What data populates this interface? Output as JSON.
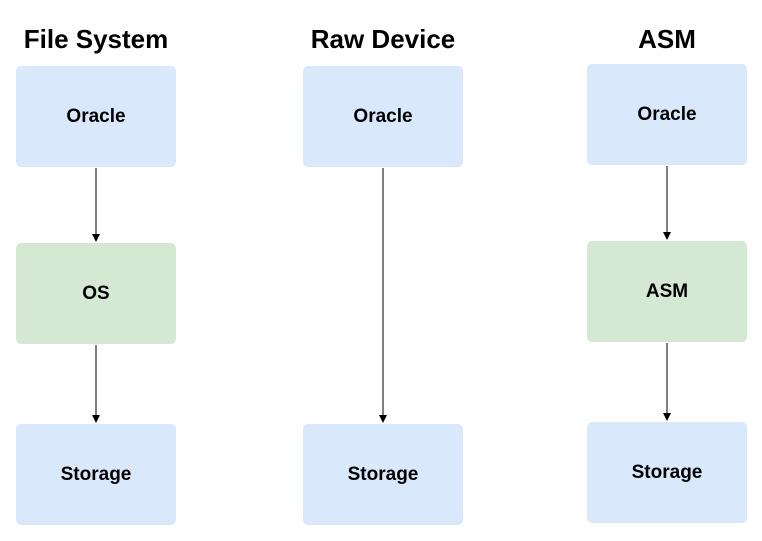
{
  "columns": [
    {
      "title": "File System",
      "nodes": [
        {
          "label": "Oracle",
          "color": "#dae8fc"
        },
        {
          "label": "OS",
          "color": "#d5e8d4"
        },
        {
          "label": "Storage",
          "color": "#dae8fc"
        }
      ]
    },
    {
      "title": "Raw Device",
      "nodes": [
        {
          "label": "Oracle",
          "color": "#dae8fc"
        },
        {
          "label": "Storage",
          "color": "#dae8fc"
        }
      ]
    },
    {
      "title": "ASM",
      "nodes": [
        {
          "label": "Oracle",
          "color": "#dae8fc"
        },
        {
          "label": "ASM",
          "color": "#d5e8d4"
        },
        {
          "label": "Storage",
          "color": "#dae8fc"
        }
      ]
    }
  ],
  "colors": {
    "layer_box": "#dae8fc",
    "middle_layer_box": "#d5e8d4",
    "arrow": "#000000"
  }
}
